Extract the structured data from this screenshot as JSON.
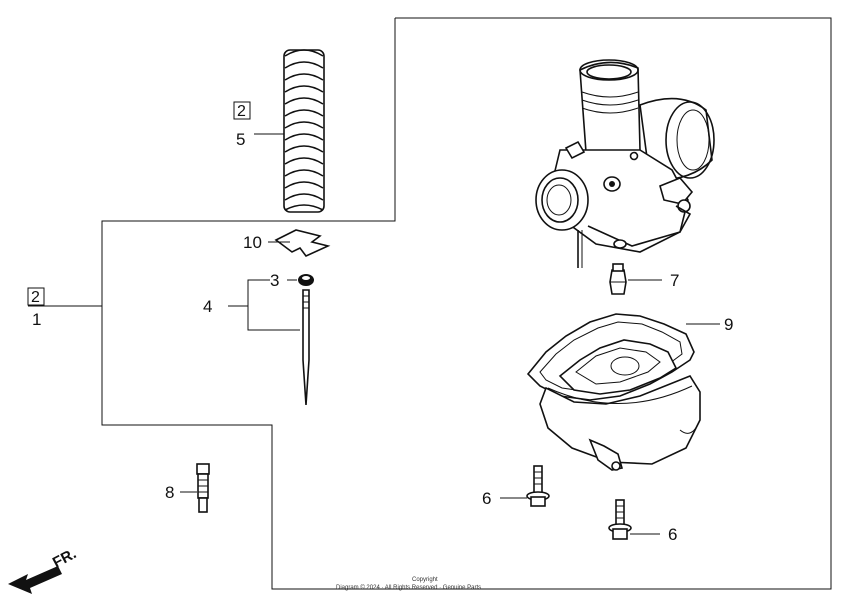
{
  "diagram": {
    "callouts": {
      "c1": "1",
      "c2a": "2",
      "c2b": "2",
      "c3": "3",
      "c4": "4",
      "c5": "5",
      "c6a": "6",
      "c6b": "6",
      "c7": "7",
      "c8": "8",
      "c9": "9",
      "c10": "10"
    },
    "direction_label": "FR.",
    "copyright_line1": "Copyright",
    "copyright_line2": "Diagram © 2024 · All Rights Reserved · Genuine Parts"
  }
}
